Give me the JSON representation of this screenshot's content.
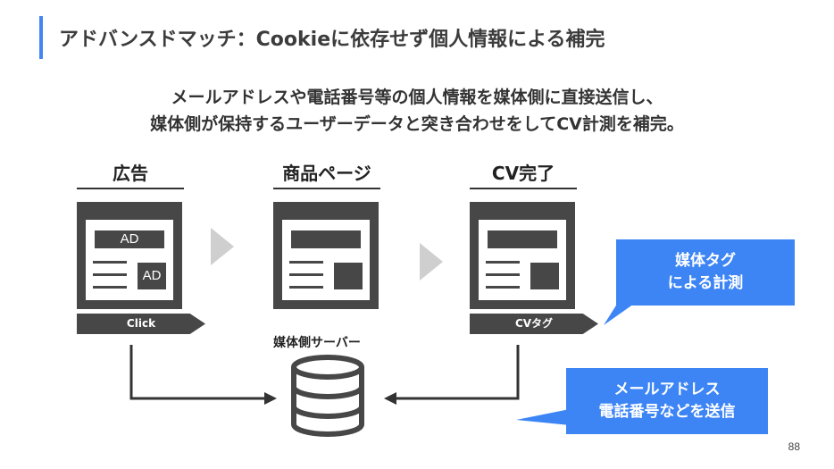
{
  "title": "アドバンスドマッチ：Cookieに依存せず個人情報による補完",
  "subtitle_line1": "メールアドレスや電話番号等の個人情報を媒体側に直接送信し、",
  "subtitle_line2": "媒体側が保持するユーザーデータと突き合わせをしてCV計測を補完。",
  "columns": [
    {
      "label": "広告",
      "tag": "Click",
      "ad_top": "AD",
      "ad_side": "AD"
    },
    {
      "label": "商品ページ"
    },
    {
      "label": "CV完了",
      "tag": "CVタグ"
    }
  ],
  "server_label": "媒体側サーバー",
  "callout_measure": {
    "line1": "媒体タグ",
    "line2": "による計測"
  },
  "callout_send": {
    "line1": "メールアドレス",
    "line2": "電話番号などを送信"
  },
  "page_number": "88",
  "colors": {
    "accent": "#4285f4",
    "callout": "#3d85f5",
    "dark": "#474747",
    "chevron": "#cfcfcf"
  }
}
